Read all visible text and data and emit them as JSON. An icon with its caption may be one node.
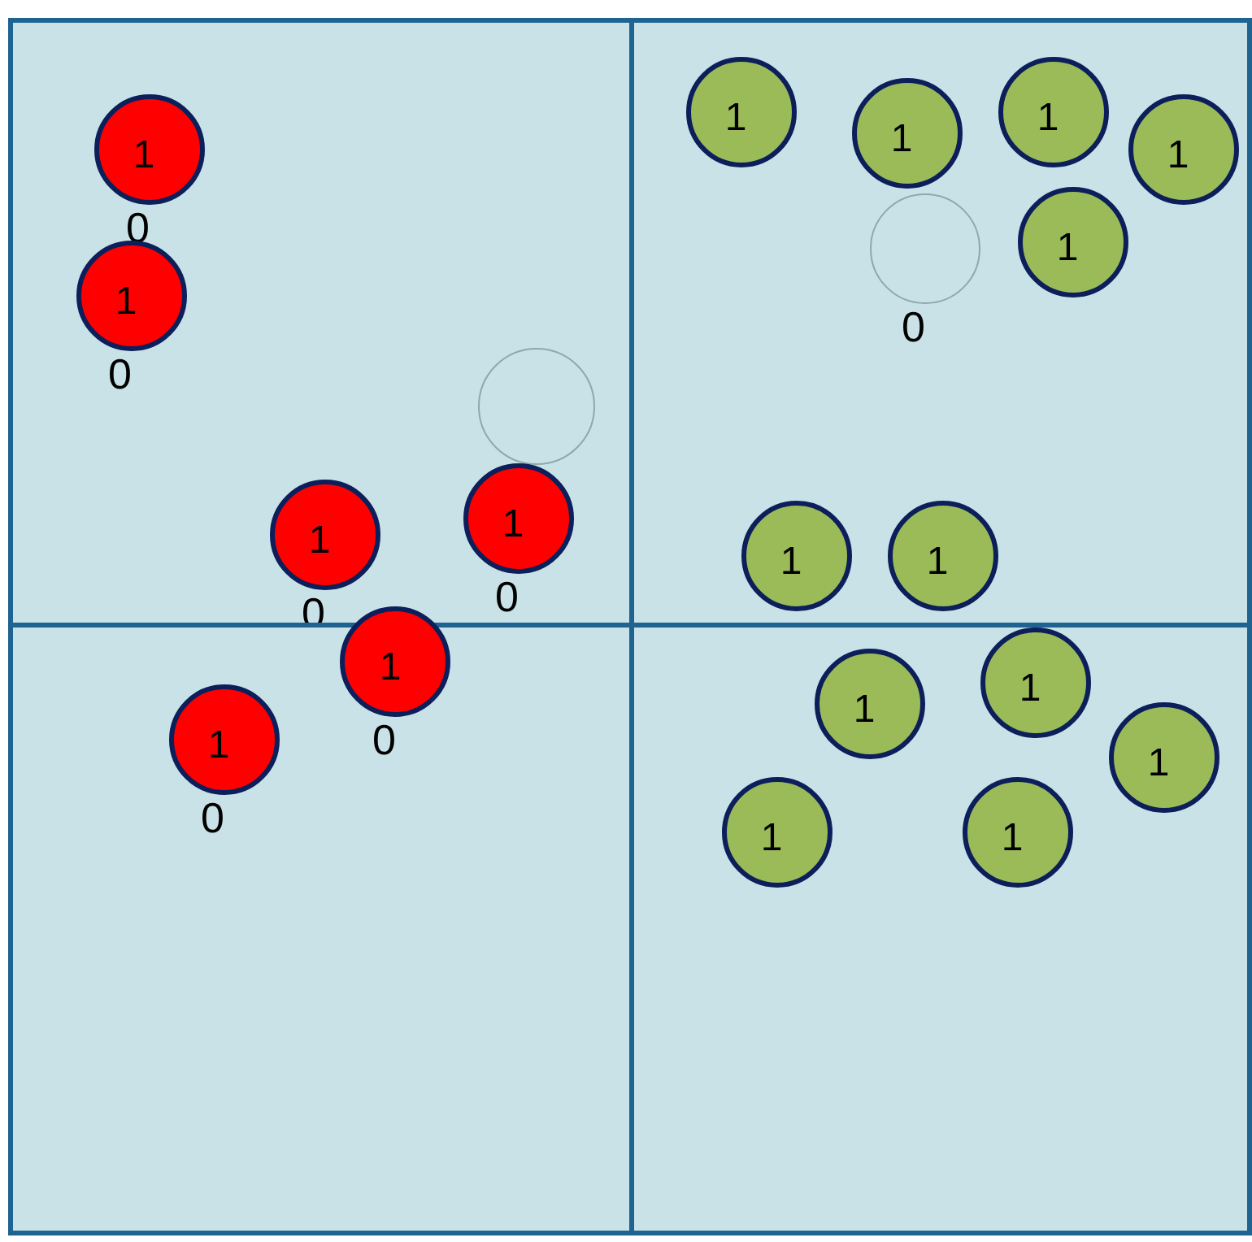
{
  "diagram": {
    "nodes": [
      {
        "text": [],
        "shape": "box"
      },
      {
        "text": [],
        "shape": "box"
      },
      {
        "text": [],
        "shape": "box"
      },
      {
        "text": [],
        "shape": "box"
      },
      {
        "text": [
          "1"
        ],
        "in": 0,
        "beside": [
          "0"
        ]
      },
      {
        "text": [
          "1"
        ],
        "in": 0,
        "beside": [
          "0"
        ]
      },
      {
        "text": [],
        "shape": "circle",
        "in": 0
      },
      {
        "text": [
          "1"
        ],
        "in": 0,
        "beside": [
          "0"
        ]
      },
      {
        "text": [
          "1"
        ],
        "in": 0,
        "beside": [
          "0"
        ]
      },
      {
        "text": [
          "1"
        ],
        "beside": [
          "0"
        ]
      },
      {
        "text": [
          "1"
        ],
        "in": 2,
        "beside": [
          "0"
        ]
      },
      {
        "text": [
          "1"
        ],
        "in": 1
      },
      {
        "text": [
          "1"
        ],
        "in": 1
      },
      {
        "text": [
          "1"
        ],
        "in": 1
      },
      {
        "text": [
          "1"
        ],
        "in": 1
      },
      {
        "text": [],
        "shape": "circle",
        "in": 1,
        "beside": [
          "0"
        ]
      },
      {
        "text": [
          "1"
        ],
        "in": 1
      },
      {
        "text": [
          "1"
        ],
        "in": 1
      },
      {
        "text": [
          "1"
        ],
        "in": 1
      },
      {
        "text": [
          "1"
        ],
        "in": 3
      },
      {
        "text": [
          "1"
        ],
        "in": 3
      },
      {
        "text": [
          "1"
        ],
        "in": 3
      },
      {
        "text": [
          "1"
        ],
        "in": 3
      },
      {
        "text": [
          "1"
        ],
        "in": 3
      }
    ]
  }
}
